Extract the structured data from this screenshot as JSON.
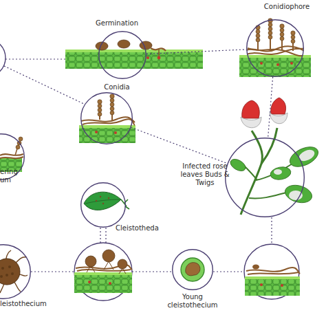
{
  "diagram": {
    "nodes": [
      {
        "text": [
          "Germination"
        ]
      },
      {
        "text": [
          "Conidiophore"
        ]
      },
      {
        "text": [
          "Conidia"
        ]
      },
      {
        "text": [
          "ering um"
        ]
      },
      {
        "text": [
          "Infected rose leaves Buds & Twigs"
        ]
      },
      {
        "text": [
          "Cleistotheda"
        ]
      },
      {
        "text": [
          "leistothecium"
        ]
      },
      {
        "text": [
          "Young cleistothecium"
        ]
      }
    ],
    "edges": [
      {
        "from": 0,
        "to": 1,
        "arrow": "none"
      },
      {
        "from": 2,
        "to": 4,
        "arrow": "none"
      },
      {
        "from": 1,
        "to": 4,
        "arrow": "none"
      }
    ]
  }
}
